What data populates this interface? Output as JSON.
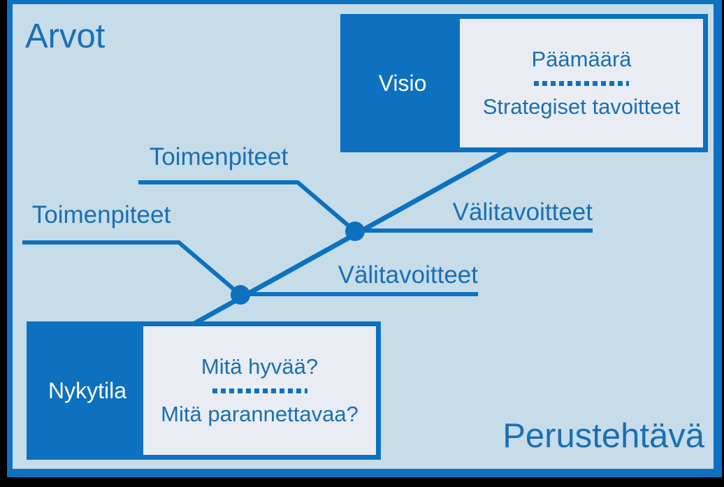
{
  "slide": {
    "corner_title_top_left": "Arvot",
    "corner_title_bottom_right": "Perustehtävä"
  },
  "vision_box": {
    "header": "Visio",
    "line1": "Päämäärä",
    "separator_icon": "dotted-line",
    "line2": "Strategiset tavoitteet"
  },
  "current_state_box": {
    "header": "Nykytila",
    "line1": "Mitä hyvää?",
    "separator_icon": "dotted-line",
    "line2": "Mitä parannettavaa?"
  },
  "labels": {
    "actions_upper": "Toimenpiteet",
    "actions_lower": "Toimenpiteet",
    "milestones_upper": "Välitavoitteet",
    "milestones_lower": "Välitavoitteet"
  },
  "colors": {
    "accent_blue": "#0d71bf",
    "text_blue": "#1a6fb3",
    "slide_background": "#c6dce8",
    "panel_background": "#e9edf3",
    "header_text": "#ffffff",
    "canvas_background": "#000000"
  }
}
